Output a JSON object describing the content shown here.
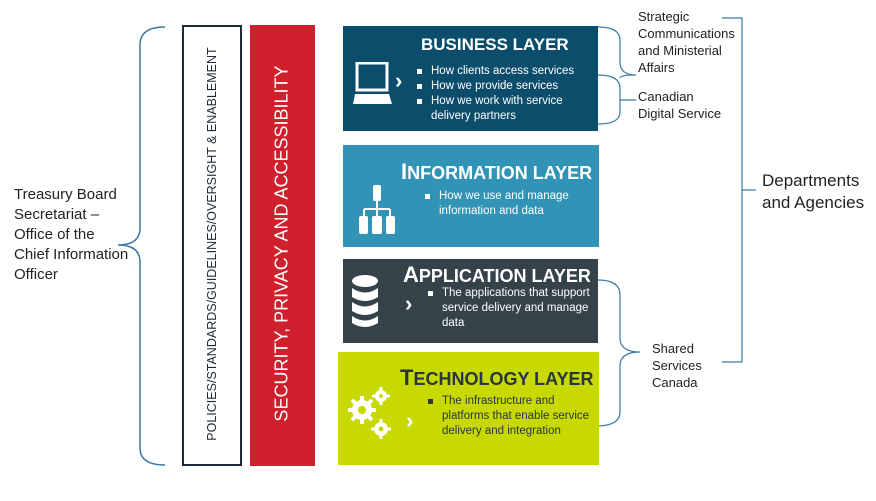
{
  "left_label": "Treasury Board Secretariat – Office of the Chief Information Officer",
  "policy_column": "POLICIES/STANDARDS/GUIDELINES/OVERSIGHT & ENABLEMENT",
  "security_column": "SECURITY, PRIVACY AND ACCESSIBILITY",
  "layers": [
    {
      "title_first": "B",
      "title_rest": "USINESS LAYER",
      "icon": "computer-icon",
      "color": "#0b4d6b",
      "bullets": [
        "How clients access services",
        "How we provide services",
        "How we work with service delivery partners"
      ]
    },
    {
      "title_first": "I",
      "title_rest": "NFORMATION LAYER",
      "icon": "hierarchy-icon",
      "color": "#3193b5",
      "bullets": [
        "How we use and manage information and data"
      ]
    },
    {
      "title_first": "A",
      "title_rest": "PPLICATION LAYER",
      "icon": "database-icon",
      "color": "#36424a",
      "bullets": [
        "The applications that support service delivery and manage data"
      ]
    },
    {
      "title_first": "T",
      "title_rest": "ECHNOLOGY LAYER",
      "icon": "gears-icon",
      "color": "#c8d900",
      "bullets": [
        "The infrastructure and platforms that enable service delivery and integration"
      ]
    }
  ],
  "right_labels": {
    "strategic": "Strategic Communications and Ministerial Affairs",
    "cds": "Canadian Digital Service",
    "ssc": "Shared Services Canada",
    "departments": "Departments and Agencies"
  }
}
